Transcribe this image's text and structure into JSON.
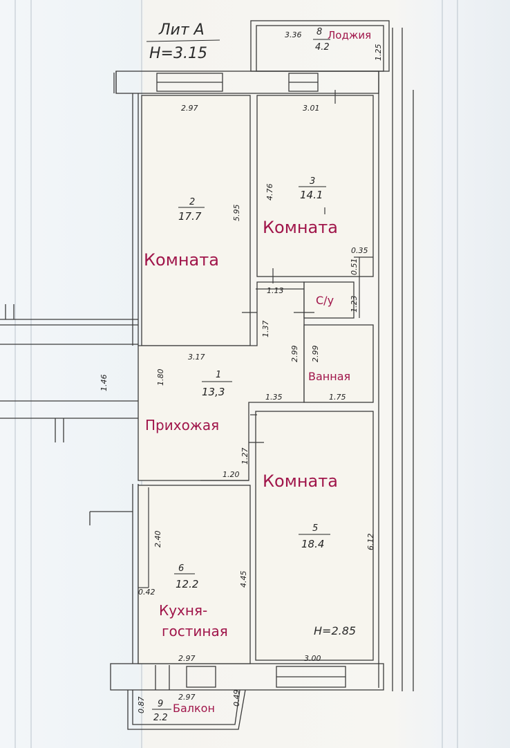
{
  "header": {
    "lit": "Лит А",
    "height_main": "Н=3.15"
  },
  "rooms": {
    "loggia": {
      "name": "Лоджия",
      "number": "8",
      "area": "4.2",
      "dim_w": "3.36",
      "dim_h": "1.25"
    },
    "room2": {
      "name": "Комната",
      "number": "2",
      "area": "17.7",
      "dim_w": "2.97",
      "dim_h": "5.95"
    },
    "room3": {
      "name": "Комната",
      "number": "3",
      "area": "14.1",
      "dim_w": "3.01",
      "dim_h": "4.76"
    },
    "hall": {
      "name": "Прихожая",
      "number": "1",
      "area": "13,3"
    },
    "wc": {
      "name": "С/у"
    },
    "bath": {
      "name": "Ванная"
    },
    "room5": {
      "name": "Комната",
      "number": "5",
      "area": "18.4",
      "dim_w": "3.00",
      "dim_h": "6.12",
      "height": "Н=2.85"
    },
    "kitchen": {
      "name_line1": "Кухня-",
      "name_line2": "гостиная",
      "number": "6",
      "area": "12.2",
      "dim_w": "2.97",
      "dim_h": "4.45"
    },
    "balcony": {
      "name": "Балкон",
      "number": "9",
      "area": "2.2",
      "dim_w": "2.97",
      "dim_l": "0.87",
      "dim_r": "0.49"
    }
  },
  "dims": {
    "d035": "0.35",
    "d051": "0.51",
    "d113": "1.13",
    "d123": "1.23",
    "d137": "1.37",
    "d299a": "2.99",
    "d299b": "2.99",
    "d317": "3.17",
    "d146": "1.46",
    "d180": "1.80",
    "d135": "1.35",
    "d175": "1.75",
    "d127": "1.27",
    "d120": "1.20",
    "d240": "2.40",
    "d042": "0.42"
  },
  "colors": {
    "label": "#a0154a",
    "line": "#3a3a3a",
    "room_fill": "#f7f5ee"
  }
}
